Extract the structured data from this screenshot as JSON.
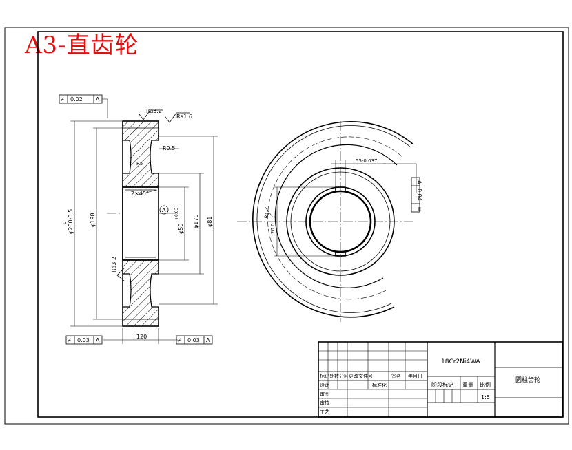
{
  "sheet_label": "A3-直齿轮",
  "tolerances": {
    "top_left": {
      "symbol": "⌿",
      "value": "0.02",
      "datum": "A"
    },
    "bottom_left": {
      "symbol": "⌿",
      "value": "0.03",
      "datum": "A"
    },
    "bottom_right": {
      "symbol": "⌿",
      "value": "0.03",
      "datum": "A"
    },
    "keyway": {
      "symbol": "≡",
      "value": "0.04",
      "datum": "A"
    }
  },
  "roughness": {
    "top": "Ra3.2",
    "top_right": "Ra1.6",
    "side": "Ra3.2"
  },
  "dimensions": {
    "outer_dia": "φ198",
    "tip_dia": "φ200-0.5",
    "tip_dia_prefix": "0",
    "bore_dia": "φ50",
    "bore_tol": "+0.03",
    "bore_tol_low": "0",
    "hub_dia": "φ81",
    "rim_inner": "φ170",
    "rim_width": "R0.5",
    "web_width": "R5",
    "face_width": "120",
    "chamfer": "2×45°",
    "datum_label": "A",
    "keyway_width": "55-0.037",
    "keyway_depth": "20.0",
    "keyway_side": "R1"
  },
  "title_block": {
    "material": "18Cr2Ni4WA",
    "part_name": "圆柱齿轮",
    "scale": "1:5",
    "header_labels": [
      "标记",
      "处数",
      "分区",
      "更改文件号",
      "签名",
      "年月日"
    ],
    "row_labels": [
      "设计",
      "审图",
      "审核",
      "工艺"
    ],
    "standardization": "标准化",
    "stage_mark": "阶段标记",
    "weight": "重量",
    "ratio": "比例"
  }
}
